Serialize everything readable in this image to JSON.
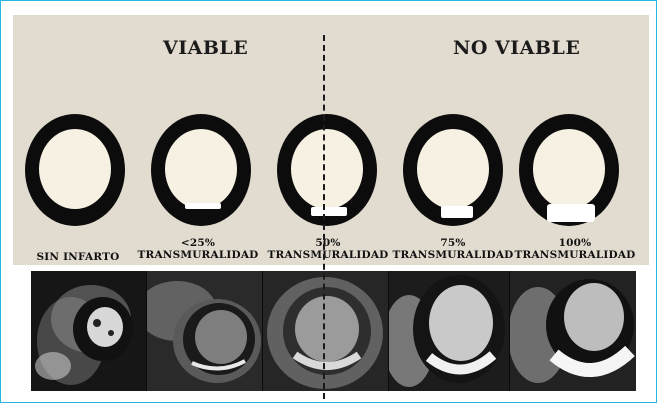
{
  "headings": {
    "viable": "VIABLE",
    "no_viable": "NO VIABLE"
  },
  "stages": [
    {
      "line1": "",
      "line2": "SIN INFARTO",
      "infarct_extent_percent": 0
    },
    {
      "line1": "<25%",
      "line2": "TRANSMURALIDAD",
      "infarct_extent_percent": 25
    },
    {
      "line1": "50%",
      "line2": "TRANSMURALIDAD",
      "infarct_extent_percent": 50
    },
    {
      "line1": "75%",
      "line2": "TRANSMURALIDAD",
      "infarct_extent_percent": 75
    },
    {
      "line1": "100%",
      "line2": "TRANSMURALIDAD",
      "infarct_extent_percent": 100
    }
  ],
  "colors": {
    "border": "#27b6e2",
    "panel": "#e2dbcf",
    "ring": "#0c0c0c",
    "cavity": "#f7f1e3",
    "infarct": "#ffffff"
  }
}
